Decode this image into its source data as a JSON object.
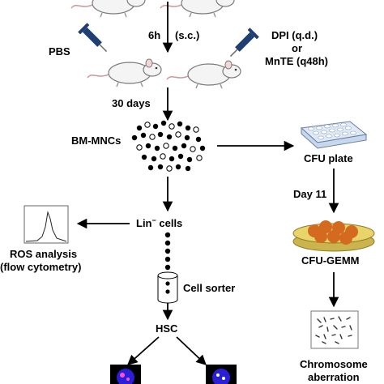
{
  "labels": {
    "interval": "6h",
    "route": "(s.c.)",
    "pbs": "PBS",
    "dpi": "DPI (q.d.)",
    "or": "or",
    "mnte": "MnTE (q48h)",
    "duration": "30 days",
    "bm_mncs": "BM-MNCs",
    "cfu_plate": "CFU plate",
    "day": "Day 11",
    "cfu_gemm": "CFU-GEMM",
    "lin_cells": "Lin",
    "lin_sup": "−",
    "lin_suffix": " cells",
    "ros_analysis": "ROS analysis",
    "flow_cytometry": "(flow cytometry)",
    "cell_sorter": "Cell sorter",
    "hsc": "HSC",
    "chromosome": "Chromosome",
    "aberration": "aberration"
  },
  "colors": {
    "mouse_fill": "#f4f4f4",
    "mouse_outline": "#7a7a7a",
    "syringe": "#1f3f73",
    "needle": "#6b6b6b",
    "plate_fill": "#dfe9f6",
    "plate_well": "#ffffff",
    "dish_fill": "#e9d46a",
    "colony": "#d46a1f",
    "nucleus_fill": "#2a1fd6",
    "nucleus_highlight": "#ff4fd2",
    "arrow": "#000000"
  }
}
